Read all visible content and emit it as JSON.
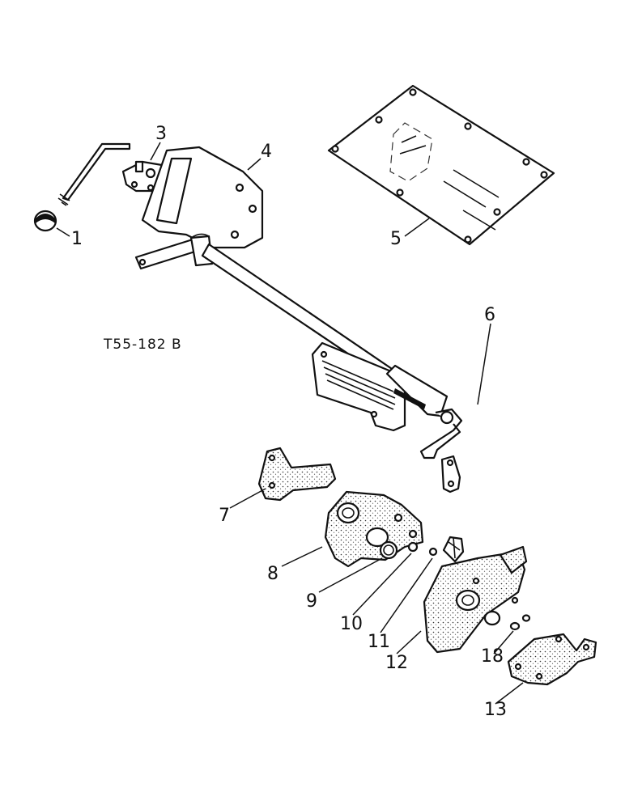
{
  "diagram": {
    "code": "T55-182 B",
    "callouts": [
      "1",
      "3",
      "4",
      "5",
      "6",
      "7",
      "8",
      "9",
      "10",
      "11",
      "12",
      "18",
      "13"
    ]
  }
}
